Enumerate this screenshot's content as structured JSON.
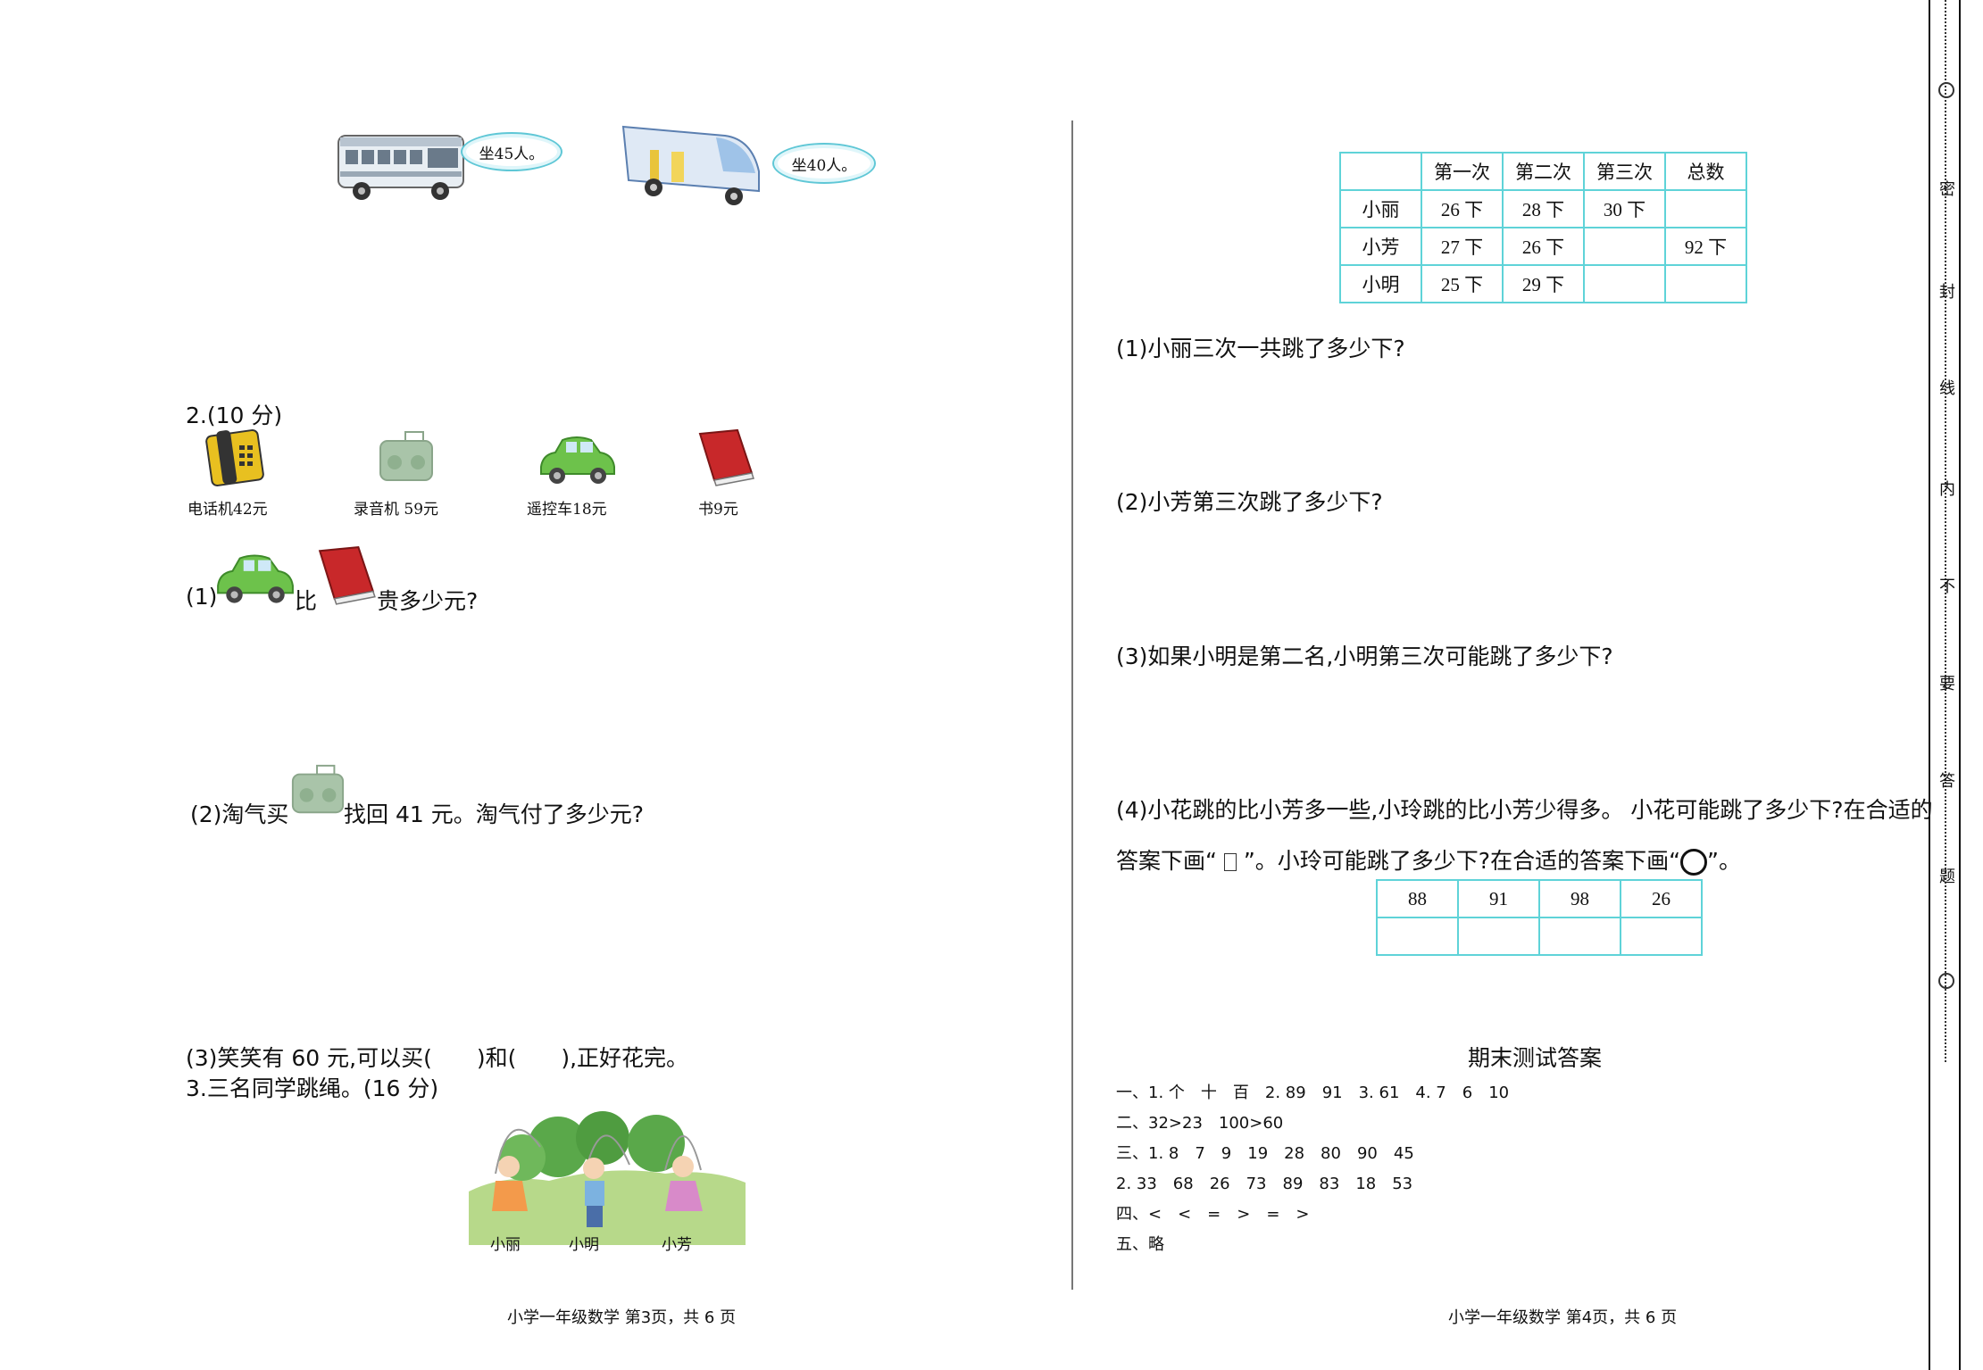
{
  "left": {
    "bubble1": "坐45人。",
    "bubble2": "坐40人。",
    "q2_title": "2.(10 分)",
    "items": [
      {
        "label": "电话机42元",
        "icon": "telephone-icon"
      },
      {
        "label": "录音机 59元",
        "icon": "radio-recorder-icon"
      },
      {
        "label": "遥控车18元",
        "icon": "toy-car-icon"
      },
      {
        "label": "书9元",
        "icon": "book-icon"
      }
    ],
    "q2_1_prefix": "(1)",
    "q2_1_mid": "比",
    "q2_1_suffix": "贵多少元?",
    "q2_2_prefix": "(2)淘气买",
    "q2_2_suffix": "找回 41 元。淘气付了多少元?",
    "q2_3": "(3)笑笑有 60 元,可以买(　　)和(　　),正好花完。",
    "q3_title": "3.三名同学跳绳。(16 分)",
    "kids": [
      "小丽",
      "小明",
      "小芳"
    ],
    "footer": "小学一年级数学 第3页，共 6 页"
  },
  "right": {
    "table": {
      "header": [
        "",
        "第一次",
        "第二次",
        "第三次",
        "总数"
      ],
      "rows": [
        [
          "小丽",
          "26 下",
          "28 下",
          "30 下",
          ""
        ],
        [
          "小芳",
          "27 下",
          "26 下",
          "",
          "92 下"
        ],
        [
          "小明",
          "25 下",
          "29 下",
          "",
          ""
        ]
      ]
    },
    "q3_1": "(1)小丽三次一共跳了多少下?",
    "q3_2": "(2)小芳第三次跳了多少下?",
    "q3_3": "(3)如果小明是第二名,小明第三次可能跳了多少下?",
    "q3_4_line1": "(4)小花跳的比小芳多一些,小玲跳的比小芳少得多。 小花可能跳了多少下?在合适的",
    "q3_4_line2a": "答案下画“ ",
    "q3_4_line2b": " ”。小玲可能跳了多少下?在合适的答案下画“",
    "q3_4_line2c": "”。",
    "choices": [
      "88",
      "91",
      "98",
      "26"
    ],
    "answers_title": "期末测试答案",
    "answers": [
      "一、1. 个　十　百　2. 89　91　3. 61　4. 7　6　10",
      "二、32>23　100>60",
      "三、1. 8　7　9　19　28　80　90　45",
      "2. 33　68　26　73　89　83　18　53",
      "四、<　<　=　>　=　>",
      "五、略"
    ],
    "footer": "小学一年级数学 第4页，共 6 页"
  },
  "seal_line": [
    "密",
    "封",
    "线",
    "内",
    "不",
    "要",
    "答",
    "题"
  ]
}
